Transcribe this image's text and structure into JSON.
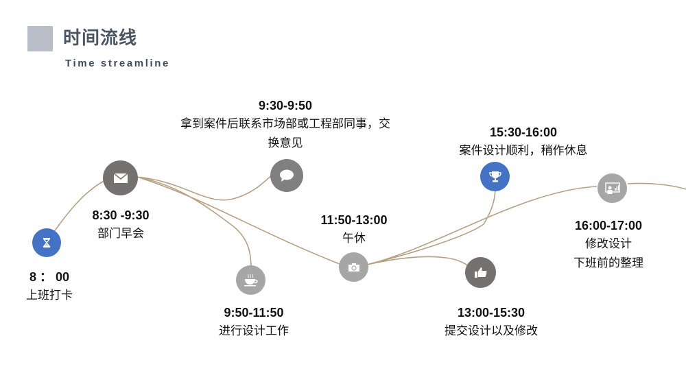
{
  "header": {
    "title": "时间流线",
    "subtitle": "Time streamline"
  },
  "colors": {
    "accent_blue": "#4472c4",
    "node_dark_gray": "#767171",
    "node_mid_gray": "#808080",
    "node_light_gray": "#a6a6a6",
    "curve": "#b69f82",
    "title_square": "#b8bdc7",
    "title_text": "#4a5563"
  },
  "timeline": [
    {
      "time": "8 ： 00",
      "desc": [
        "上班打卡"
      ],
      "icon": "hourglass-icon"
    },
    {
      "time": "8:30 -9:30",
      "desc": [
        "部门早会"
      ],
      "icon": "envelope-icon"
    },
    {
      "time": "9:30-9:50",
      "desc": [
        "拿到案件后联系市场部或工程部同事，交",
        "换意见"
      ],
      "icon": "speech-bubble-icon"
    },
    {
      "time": "9:50-11:50",
      "desc": [
        "进行设计工作"
      ],
      "icon": "coffee-cup-icon"
    },
    {
      "time": "11:50-13:00",
      "desc": [
        "午休"
      ],
      "icon": "camera-icon"
    },
    {
      "time": "13:00-15:30",
      "desc": [
        "提交设计以及修改"
      ],
      "icon": "thumbs-up-icon"
    },
    {
      "time": "15:30-16:00",
      "desc": [
        "案件设计顺利，稍作休息"
      ],
      "icon": "trophy-icon"
    },
    {
      "time": "16:00-17:00",
      "desc": [
        "修改设计",
        "下班前的整理"
      ],
      "icon": "presentation-board-icon"
    }
  ]
}
